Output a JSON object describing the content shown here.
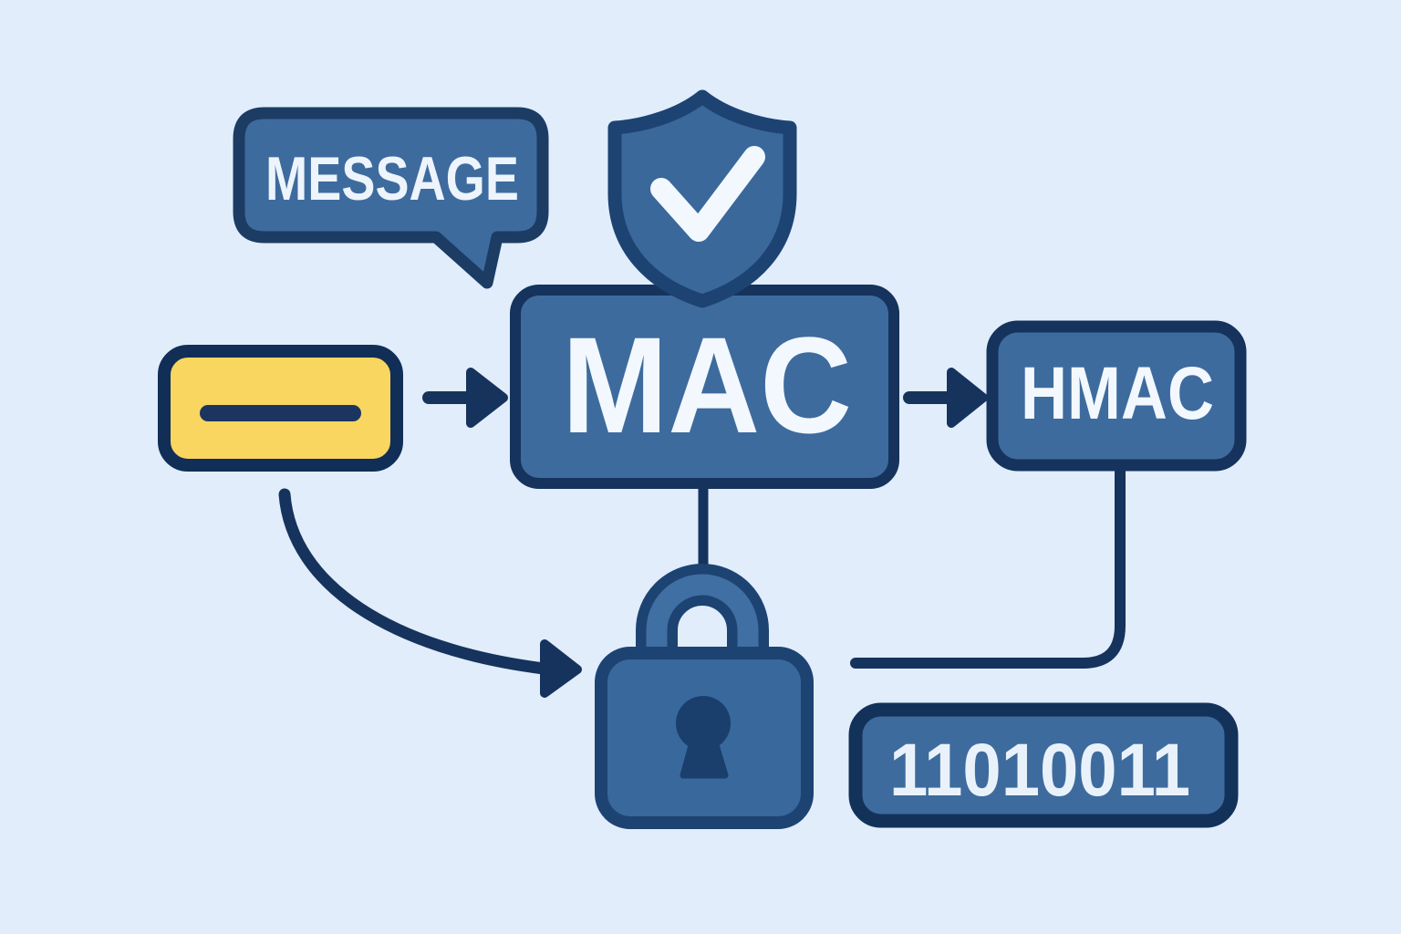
{
  "diagram": {
    "background_color": "#e1edfb",
    "palette": {
      "node_fill": "#3e6b9e",
      "shield_fill": "#3a689b",
      "padlock_fill": "#38689c",
      "key_fill": "#f8d65f",
      "outline_dark": "#15335c",
      "outline_mid": "#1d4372",
      "keyhole_color": "#1a3f6d",
      "text_light": "#edf4fb",
      "check_color": "#f2f8fd"
    },
    "nodes": {
      "message": {
        "label": "MESSAGE",
        "type": "speech-bubble"
      },
      "key": {
        "type": "yellow-key-block"
      },
      "mac": {
        "label": "MAC",
        "type": "process-box"
      },
      "hmac": {
        "label": "HMAC",
        "type": "output-box"
      },
      "digest": {
        "label": "11010011",
        "type": "binary-box"
      },
      "shield": {
        "type": "shield-check-icon"
      },
      "padlock": {
        "type": "padlock-icon"
      }
    },
    "edges": [
      "key -> mac (arrow)",
      "mac -> hmac (arrow)",
      "mac -> padlock (line)",
      "key -> padlock (curved arrow)",
      "hmac -> padlock (elbow line)"
    ]
  }
}
